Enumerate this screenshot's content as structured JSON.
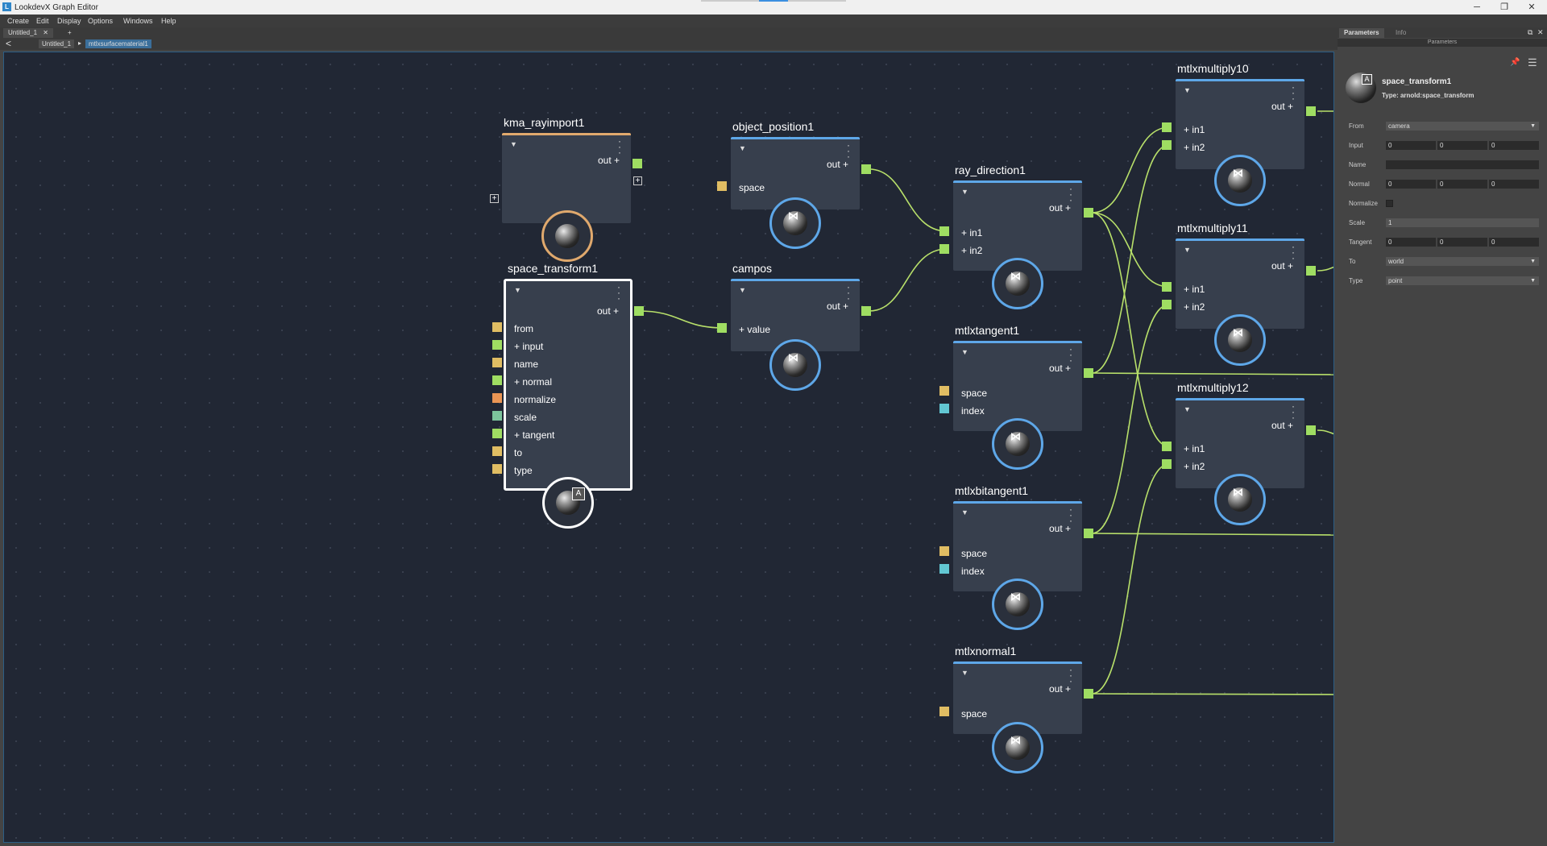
{
  "window": {
    "title": "LookdevX Graph Editor",
    "icon": "L",
    "minimize": "─",
    "restore": "❐",
    "close": "✕"
  },
  "menu": [
    "Create",
    "Edit",
    "Display",
    "Options",
    "Windows",
    "Help"
  ],
  "tabs": {
    "active": "Untitled_1",
    "close": "✕",
    "add": "+"
  },
  "breadcrumb": {
    "back": "<",
    "items": [
      "Untitled_1",
      "mtlxsurfacematerial1"
    ],
    "sep": "▸"
  },
  "graph": {
    "nodes": {
      "kma_rayimport1": {
        "title": "kma_rayimport1",
        "out": "out +"
      },
      "space_transform1": {
        "title": "space_transform1",
        "out": "out +",
        "inputs": [
          "from",
          "+ input",
          "name",
          "+ normal",
          "normalize",
          "scale",
          "+ tangent",
          "to",
          "type"
        ]
      },
      "object_position1": {
        "title": "object_position1",
        "out": "out +",
        "inputs": [
          "space"
        ]
      },
      "campos": {
        "title": "campos",
        "out": "out +",
        "inputs": [
          "+ value"
        ]
      },
      "ray_direction1": {
        "title": "ray_direction1",
        "out": "out +",
        "inputs": [
          "+ in1",
          "+ in2"
        ]
      },
      "mtlxtangent1": {
        "title": "mtlxtangent1",
        "out": "out +",
        "inputs": [
          "space",
          "index"
        ]
      },
      "mtlxbitangent1": {
        "title": "mtlxbitangent1",
        "out": "out +",
        "inputs": [
          "space",
          "index"
        ]
      },
      "mtlxnormal1": {
        "title": "mtlxnormal1",
        "out": "out +",
        "inputs": [
          "space"
        ]
      },
      "mtlxmultiply10": {
        "title": "mtlxmultiply10",
        "out": "out +",
        "inputs": [
          "+ in1",
          "+ in2"
        ]
      },
      "mtlxmultiply11": {
        "title": "mtlxmultiply11",
        "out": "out +",
        "inputs": [
          "+ in1",
          "+ in2"
        ]
      },
      "mtlxmultiply12": {
        "title": "mtlxmultiply12",
        "out": "out +",
        "inputs": [
          "+ in1",
          "+ in2"
        ]
      }
    },
    "colors": {
      "wire": "#b8e06a",
      "node_header": "#5ea7e8",
      "node_header_arnold": "#e0a96d",
      "canvas": "#212734"
    }
  },
  "panel": {
    "tabs": [
      "Parameters",
      "Info"
    ],
    "header": "Parameters",
    "node_name": "space_transform1",
    "node_type": "Type: arnold:space_transform",
    "params": {
      "from": {
        "label": "From",
        "value": "camera"
      },
      "input": {
        "label": "Input",
        "values": [
          "0",
          "0",
          "0"
        ]
      },
      "name": {
        "label": "Name",
        "value": ""
      },
      "normal": {
        "label": "Normal",
        "values": [
          "0",
          "0",
          "0"
        ]
      },
      "normalize": {
        "label": "Normalize"
      },
      "scale": {
        "label": "Scale",
        "value": "1"
      },
      "tangent": {
        "label": "Tangent",
        "values": [
          "0",
          "0",
          "0"
        ]
      },
      "to": {
        "label": "To",
        "value": "world"
      },
      "type": {
        "label": "Type",
        "value": "point"
      }
    }
  }
}
